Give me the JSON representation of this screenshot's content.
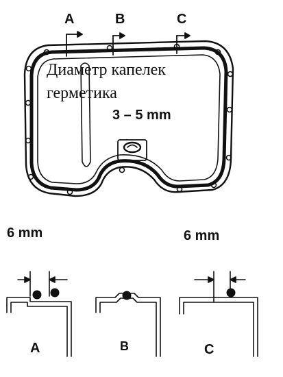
{
  "top": {
    "section_labels": [
      "A",
      "B",
      "C"
    ]
  },
  "annotation": {
    "bead_diameter_line1": "Диаметр капелек",
    "bead_diameter_line2": "герметика",
    "bead_range": "3 – 5 mm"
  },
  "details": {
    "left_offset": "6 mm",
    "right_offset": "6 mm",
    "labels": [
      "A",
      "B",
      "C"
    ]
  },
  "colors": {
    "ink": "#111111",
    "background": "#ffffff"
  }
}
